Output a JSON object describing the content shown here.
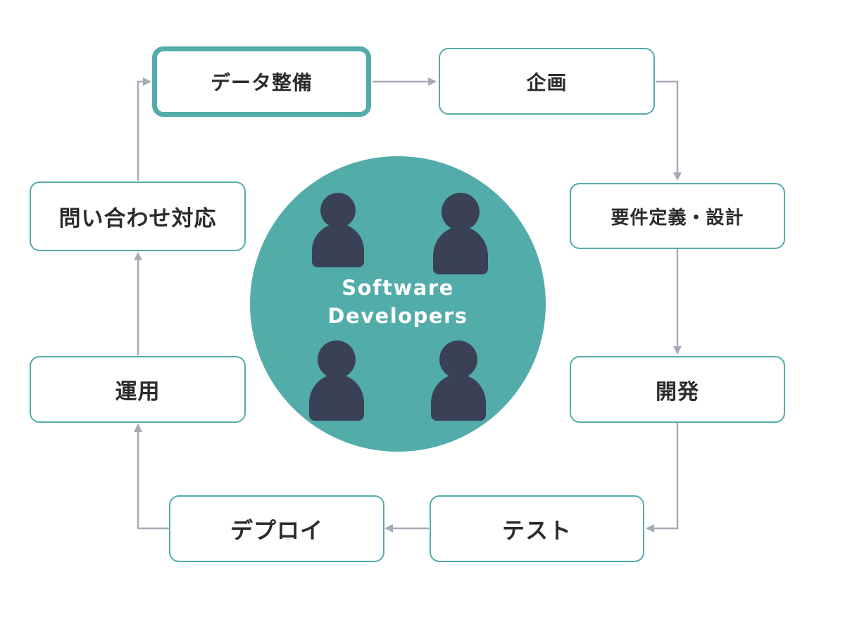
{
  "diagram": {
    "center": {
      "line1": "Software",
      "line2": "Developers"
    },
    "steps": {
      "data_prep": "データ整備",
      "planning": "企画",
      "requirements": "要件定義・設計",
      "development": "開発",
      "test": "テスト",
      "deploy": "デプロイ",
      "operation": "運用",
      "inquiry": "問い合わせ対応"
    },
    "colors": {
      "accent": "#52aca9",
      "arrow": "#a7aab7",
      "person": "#3a4155",
      "text": "#2b2b2b"
    }
  }
}
